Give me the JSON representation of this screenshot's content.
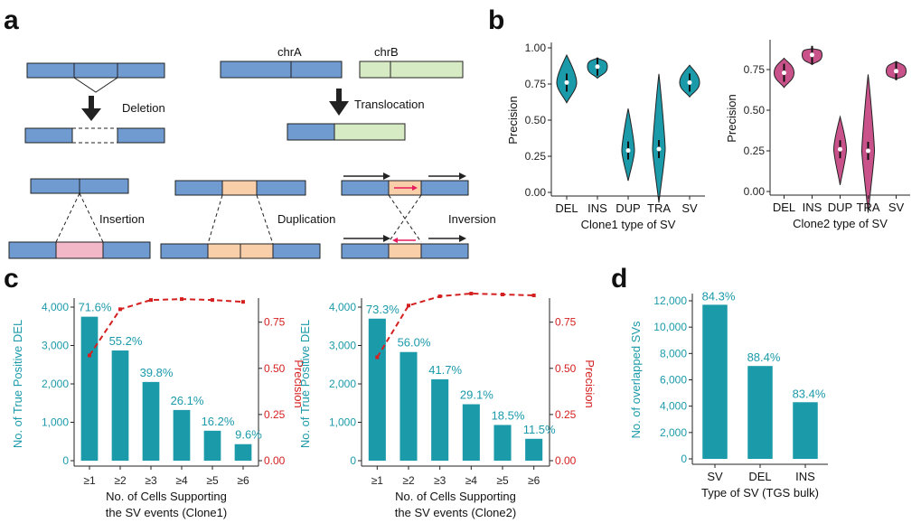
{
  "panels": {
    "a": "a",
    "b": "b",
    "c": "c",
    "d": "d"
  },
  "diagram": {
    "chrA": "chrA",
    "chrB": "chrB",
    "deletion": "Deletion",
    "translocation": "Translocation",
    "insertion": "Insertion",
    "duplication": "Duplication",
    "inversion": "Inversion"
  },
  "colors": {
    "blue": "#6f9bd1",
    "green": "#d6ebc3",
    "pink": "#f3b8c8",
    "orange": "#f8cfa8",
    "teal": "#1b9aaa",
    "magenta": "#c9528a",
    "red": "#d42020",
    "arrow_red": "#e6195b"
  },
  "chart_data": [
    {
      "id": "b1",
      "type": "violin",
      "xlabel": "Clone1 type of SV",
      "ylabel": "Precision",
      "categories": [
        "DEL",
        "INS",
        "DUP",
        "TRA",
        "SV"
      ],
      "ylim": [
        0,
        1
      ],
      "yticks": [
        "0.00",
        "0.25",
        "0.50",
        "0.75",
        "1.00"
      ],
      "medians": [
        0.76,
        0.87,
        0.29,
        0.3,
        0.76
      ],
      "mins": [
        0.62,
        0.79,
        0.08,
        -0.07,
        0.66
      ],
      "maxs": [
        0.95,
        0.93,
        0.58,
        0.82,
        0.88
      ]
    },
    {
      "id": "b2",
      "type": "violin",
      "xlabel": "Clone2 type of SV",
      "ylabel": "Precision",
      "categories": [
        "DEL",
        "INS",
        "DUP",
        "TRA",
        "SV"
      ],
      "ylim": [
        0,
        0.9
      ],
      "yticks": [
        "0.00",
        "0.25",
        "0.50",
        "0.75"
      ],
      "medians": [
        0.73,
        0.84,
        0.26,
        0.25,
        0.74
      ],
      "mins": [
        0.64,
        0.78,
        0.04,
        -0.13,
        0.69
      ],
      "maxs": [
        0.82,
        0.88,
        0.46,
        0.72,
        0.8
      ]
    },
    {
      "id": "c1",
      "type": "bar",
      "categories": [
        "≥1",
        "≥2",
        "≥3",
        "≥4",
        "≥5",
        "≥6"
      ],
      "values": [
        3750,
        2870,
        2050,
        1320,
        780,
        430
      ],
      "labels": [
        "71.6%",
        "55.2%",
        "39.8%",
        "26.1%",
        "16.2%",
        "9.6%"
      ],
      "precision": [
        0.57,
        0.82,
        0.87,
        0.875,
        0.87,
        0.86
      ],
      "ylim": [
        0,
        4000
      ],
      "yticks": [
        "0",
        "1,000",
        "2,000",
        "3,000",
        "4,000"
      ],
      "y2ticks": [
        "0.00",
        "0.25",
        "0.50",
        "0.75"
      ],
      "ylabel": "No. of True Positive DEL",
      "y2label": "Precision",
      "xlabel": "No. of Cells Supporting",
      "xlabel2": "the SV events (Clone1)"
    },
    {
      "id": "c2",
      "type": "bar",
      "categories": [
        "≥1",
        "≥2",
        "≥3",
        "≥4",
        "≥5",
        "≥6"
      ],
      "values": [
        3700,
        2830,
        2120,
        1470,
        930,
        570
      ],
      "labels": [
        "73.3%",
        "56.0%",
        "41.7%",
        "29.1%",
        "18.5%",
        "11.5%"
      ],
      "precision": [
        0.56,
        0.84,
        0.89,
        0.905,
        0.9,
        0.895
      ],
      "ylim": [
        0,
        4000
      ],
      "yticks": [
        "0",
        "1,000",
        "2,000",
        "3,000",
        "4,000"
      ],
      "y2ticks": [
        "0.00",
        "0.25",
        "0.50",
        "0.75"
      ],
      "ylabel": "No. of True Positive DEL",
      "y2label": "Precision",
      "xlabel": "No. of Cells Supporting",
      "xlabel2": "the SV events (Clone2)"
    },
    {
      "id": "d",
      "type": "bar",
      "categories": [
        "SV",
        "DEL",
        "INS"
      ],
      "values": [
        11700,
        7050,
        4300
      ],
      "labels": [
        "84.3%",
        "88.4%",
        "83.4%"
      ],
      "ylim": [
        0,
        12000
      ],
      "yticks": [
        "0",
        "2,000",
        "4,000",
        "6,000",
        "8,000",
        "10,000",
        "12,000"
      ],
      "ylabel": "No. of overlapped SVs",
      "xlabel": "Type of SV (TGS bulk)"
    }
  ]
}
